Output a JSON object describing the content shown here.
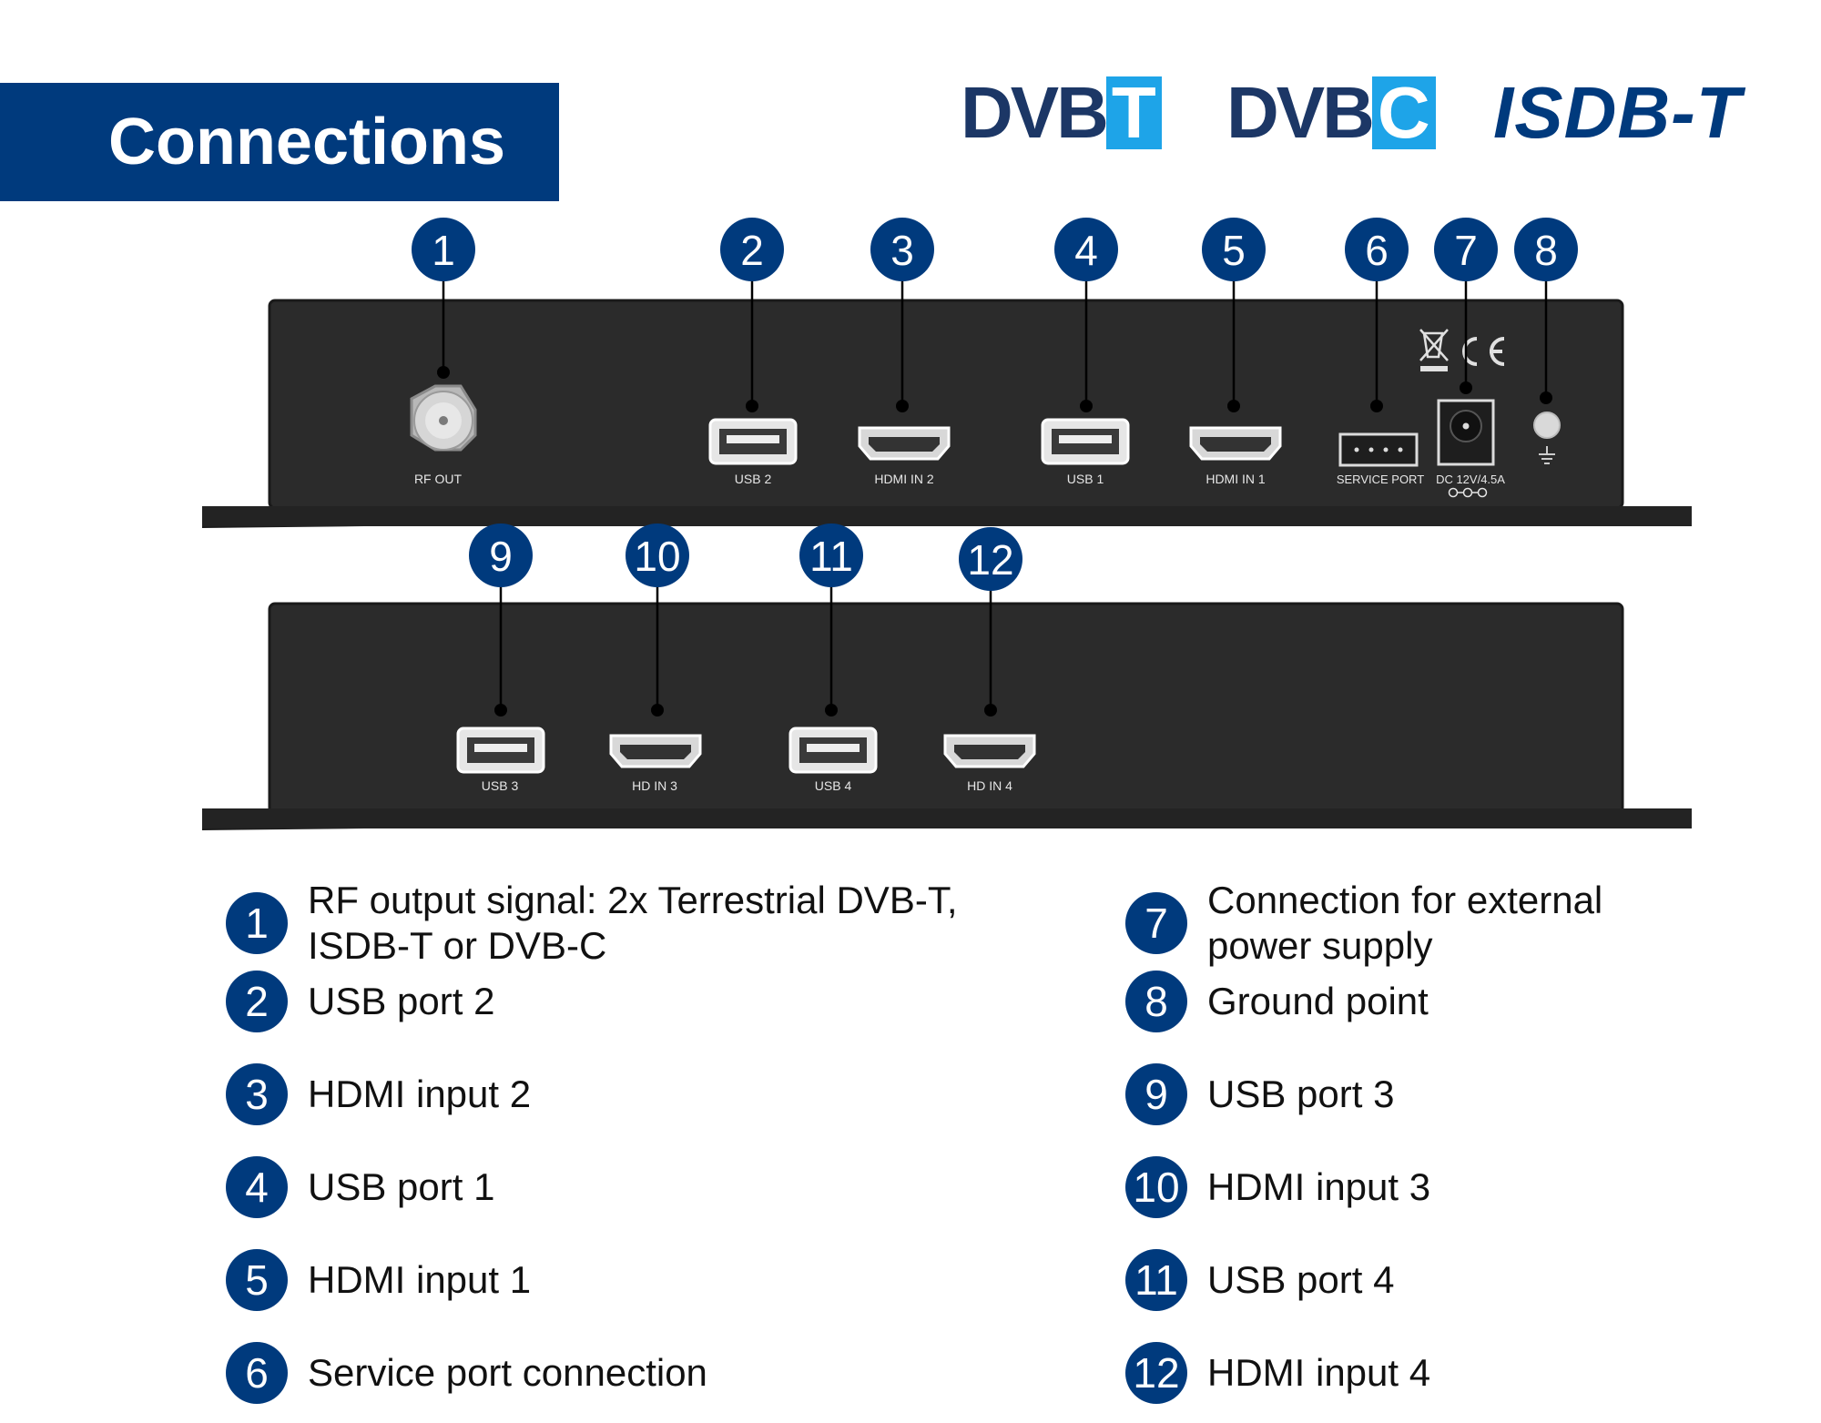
{
  "header": {
    "title": "Connections"
  },
  "logos": {
    "dvbt": {
      "main": "DVB",
      "accent": "T"
    },
    "dvbc": {
      "main": "DVB",
      "accent": "C"
    },
    "isdbt": "ISDB-T"
  },
  "colors": {
    "brand": "#003a7d",
    "device": "#2b2b2b",
    "dvb_blue": "#1c3766",
    "dvb_accent": "#1ea4e8"
  },
  "upper_panel_labels": {
    "rf_out": "RF OUT",
    "usb2": "USB 2",
    "hdmi2": "HDMI IN 2",
    "usb1": "USB 1",
    "hdmi1": "HDMI IN 1",
    "service": "SERVICE PORT",
    "dc": "DC 12V/4.5A"
  },
  "lower_panel_labels": {
    "usb3": "USB 3",
    "hd3": "HD IN 3",
    "usb4": "USB 4",
    "hd4": "HD IN 4"
  },
  "callouts": [
    "1",
    "2",
    "3",
    "4",
    "5",
    "6",
    "7",
    "8",
    "9",
    "10",
    "11",
    "12"
  ],
  "legend": [
    {
      "number": "1",
      "text": "RF output signal: 2x Terrestrial DVB-T,\nISDB-T or DVB-C"
    },
    {
      "number": "2",
      "text": "USB port 2"
    },
    {
      "number": "3",
      "text": "HDMI input 2"
    },
    {
      "number": "4",
      "text": "USB port 1"
    },
    {
      "number": "5",
      "text": "HDMI input 1"
    },
    {
      "number": "6",
      "text": "Service port connection"
    },
    {
      "number": "7",
      "text": "Connection for external\npower supply"
    },
    {
      "number": "8",
      "text": "Ground point"
    },
    {
      "number": "9",
      "text": "USB port 3"
    },
    {
      "number": "10",
      "text": "HDMI input 3"
    },
    {
      "number": "11",
      "text": "USB port 4"
    },
    {
      "number": "12",
      "text": "HDMI input 4"
    }
  ]
}
